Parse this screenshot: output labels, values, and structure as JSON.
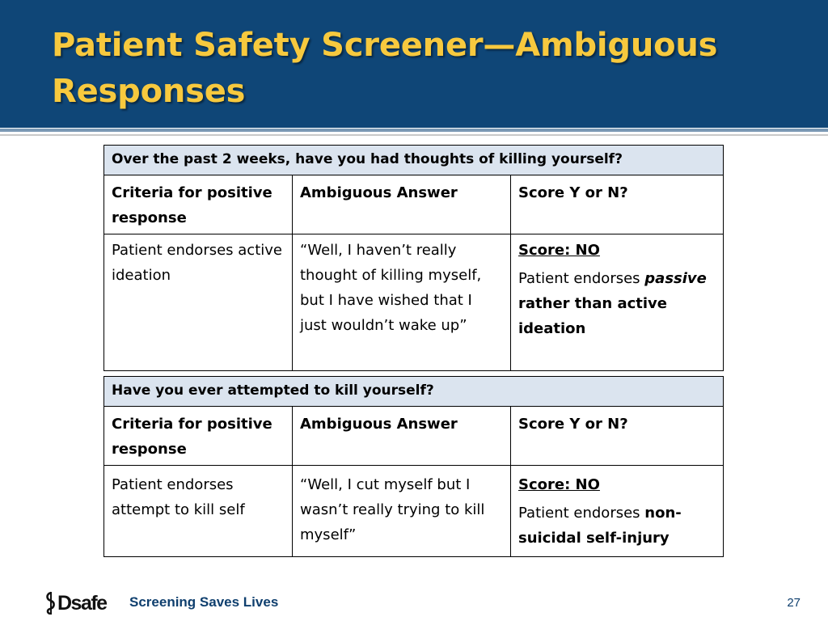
{
  "slide": {
    "title": "Patient Safety Screener—Ambiguous Responses",
    "brand_color": "#0f4677",
    "title_color": "#f7c93e"
  },
  "tables": [
    {
      "question": "Over the past 2 weeks, have you had thoughts of killing yourself?",
      "headers": [
        "Criteria for positive response",
        "Ambiguous Answer",
        "Score Y or N?"
      ],
      "criteria": "Patient endorses active ideation",
      "answer": "“Well, I haven’t really thought of killing myself, but I have wished that I just wouldn’t wake up”",
      "score_label": "Score: NO",
      "explanation": {
        "prefix": "Patient endorses ",
        "emphasis": "passive",
        "suffix": " rather than active ideation"
      }
    },
    {
      "question": "Have you ever attempted to kill yourself?",
      "headers": [
        "Criteria for positive response",
        "Ambiguous Answer",
        "Score Y or N?"
      ],
      "criteria": "Patient endorses attempt to kill self",
      "answer": "“Well, I cut myself but I wasn’t really trying to kill myself”",
      "score_label": "Score: NO",
      "explanation": {
        "prefix": "Patient endorses ",
        "bold": "non-suicidal self-injury"
      }
    }
  ],
  "footer": {
    "logo_text": "Dsafe",
    "tagline": "Screening Saves Lives",
    "page_number": "27"
  }
}
